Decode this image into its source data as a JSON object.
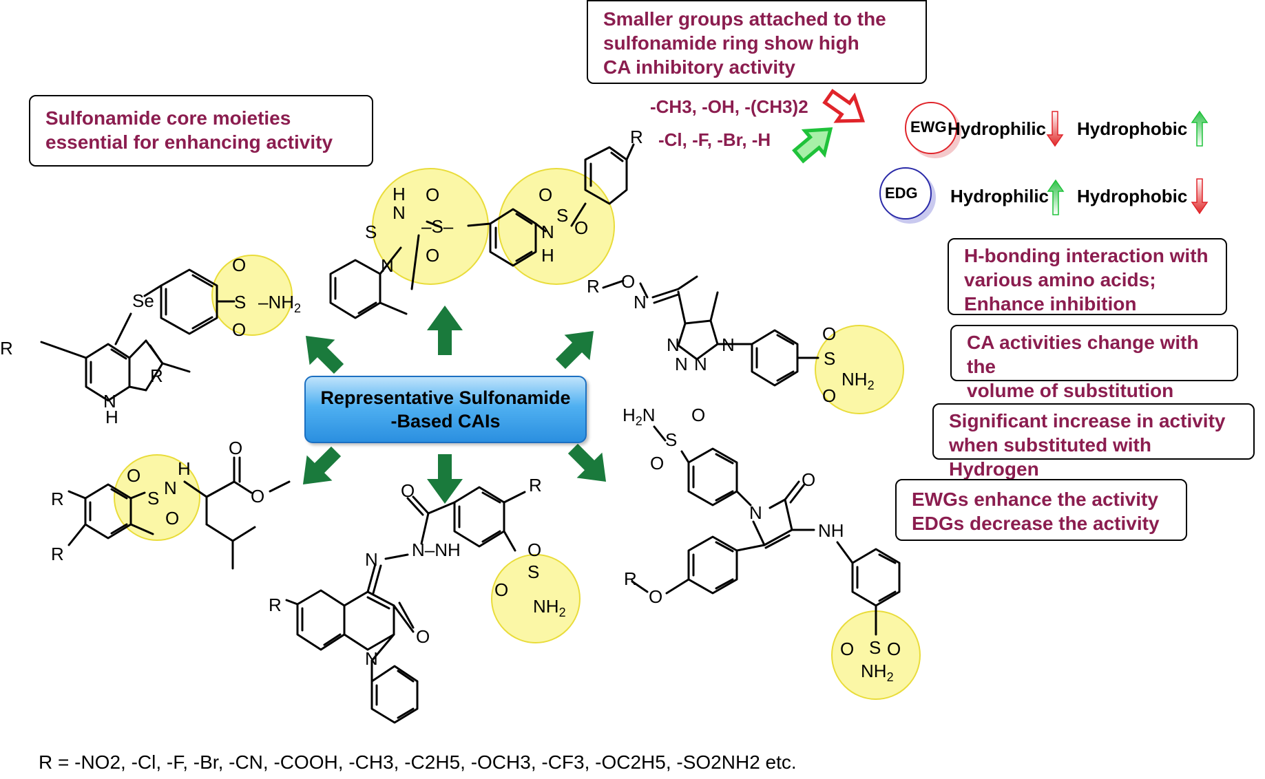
{
  "center_label": [
    "Representative Sulfonamide",
    "-Based CAIs"
  ],
  "notes": {
    "top_left": [
      "Sulfonamide core moieties",
      "essential for enhancing activity"
    ],
    "top_center": [
      "Smaller groups attached to the",
      "sulfonamide ring show high",
      "CA inhibitory activity"
    ],
    "right_1": [
      "H-bonding interaction with",
      "various amino acids;",
      "Enhance inhibition"
    ],
    "right_2": [
      "CA activities change with the",
      "volume of substitution"
    ],
    "right_3": [
      "Significant increase in activity",
      "when substituted with Hydrogen"
    ],
    "right_4": [
      "EWGs enhance the activity",
      "EDGs decrease the activity"
    ]
  },
  "substituents": {
    "upper": "-CH3, -OH, -(CH3)2",
    "lower": "-Cl, -F, -Br, -H"
  },
  "legend": {
    "ewg": "EWG",
    "edg": "EDG",
    "hydrophilic": "Hydrophilic",
    "hydrophobic": "Hydrophobic"
  },
  "footnote": "R = -NO2, -Cl, -F, -Br, -CN, -COOH, -CH3, -C2H5, -OCH3, -CF3, -OC2H5, -SO2NH2 etc.",
  "colors": {
    "note_text": "#8b1d4f",
    "highlight": "#fbf7a6",
    "arrow_green": "#1a7a3c",
    "ewg_ring": "#e0242a",
    "edg_ring": "#2a2aa8"
  }
}
